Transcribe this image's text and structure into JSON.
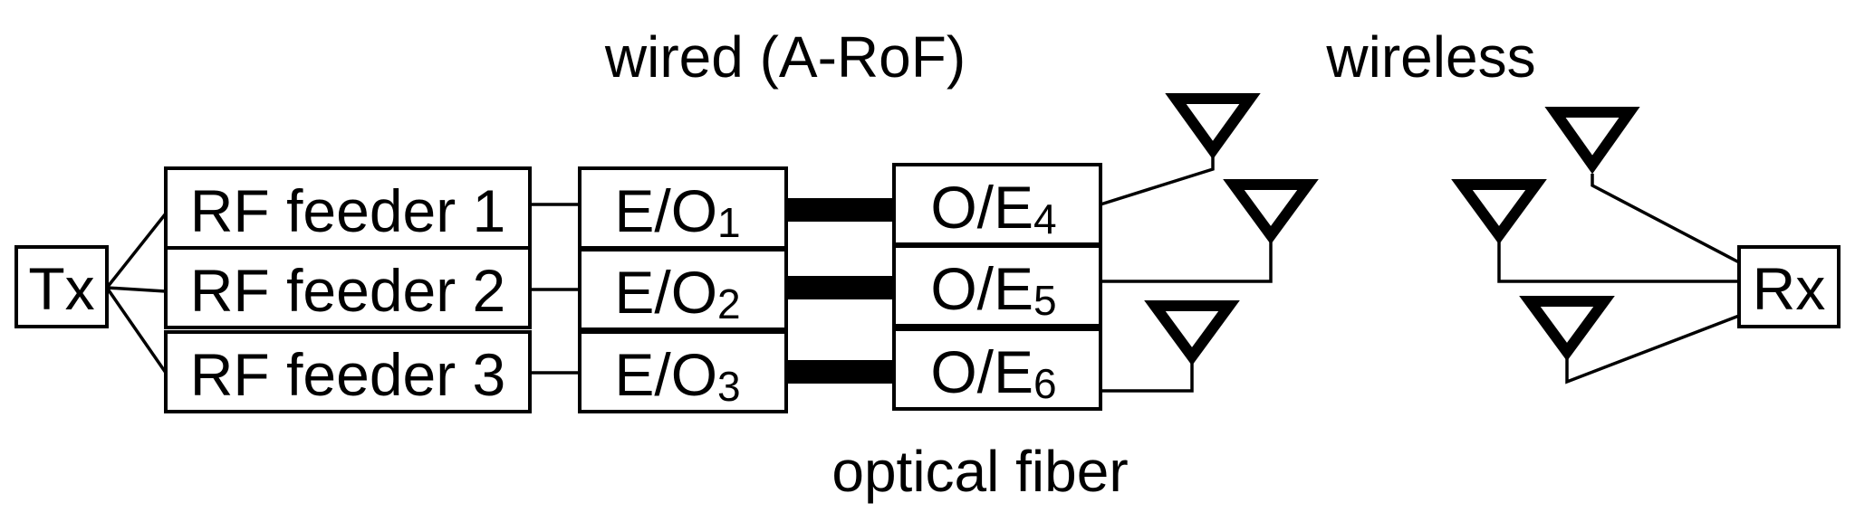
{
  "labels": {
    "wired": "wired (A-RoF)",
    "wireless": "wireless",
    "fiber": "optical fiber"
  },
  "tx": "Tx",
  "rx": "Rx",
  "feeders": [
    "RF feeder 1",
    "RF feeder 2",
    "RF feeder 3"
  ],
  "eo": [
    {
      "base": "E/O",
      "sub": "1"
    },
    {
      "base": "E/O",
      "sub": "2"
    },
    {
      "base": "E/O",
      "sub": "3"
    }
  ],
  "oe": [
    {
      "base": "O/E",
      "sub": "4"
    },
    {
      "base": "O/E",
      "sub": "5"
    },
    {
      "base": "O/E",
      "sub": "6"
    }
  ]
}
